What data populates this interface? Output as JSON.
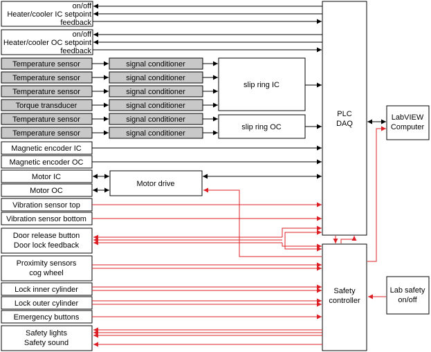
{
  "heater_ic": {
    "line1": "on/off",
    "line2": "Heater/cooler IC  setpoint",
    "line3": "feedback"
  },
  "heater_oc": {
    "line1": "on/off",
    "line2": "Heater/cooler OC setpoint",
    "line3": "feedback"
  },
  "sensors": [
    {
      "label": "Temperature sensor",
      "cond": "signal conditioner"
    },
    {
      "label": "Temperature sensor",
      "cond": "signal conditioner"
    },
    {
      "label": "Temperature sensor",
      "cond": "signal conditioner"
    },
    {
      "label": "Torque transducer",
      "cond": "signal conditioner"
    },
    {
      "label": "Temperature sensor",
      "cond": "signal conditioner"
    },
    {
      "label": "Temperature sensor",
      "cond": "signal conditioner"
    }
  ],
  "slip_ring_ic": "slip ring IC",
  "slip_ring_oc": "slip ring OC",
  "magnetic_ic": "Magnetic encoder IC",
  "magnetic_oc": "Magnetic encoder OC",
  "motor_ic": "Motor IC",
  "motor_oc": "Motor OC",
  "motor_drive": "Motor drive",
  "vib_top": "Vibration sensor top",
  "vib_bottom": "Vibration sensor bottom",
  "door": {
    "line1": "Door release button",
    "line2": "Door lock feedback"
  },
  "proximity": {
    "line1": "Proximity sensors",
    "line2": "cog wheel"
  },
  "lock_inner": "Lock inner cylinder",
  "lock_outer": "Lock outer cylinder",
  "emergency": "Emergency buttons",
  "lights": {
    "line1": "Safety lights",
    "line2": "Safety sound"
  },
  "plc": {
    "line1": "PLC",
    "line2": "DAQ"
  },
  "safety": {
    "line1": "Safety",
    "line2": "controller"
  },
  "labview": {
    "line1": "LabVIEW",
    "line2": "Computer"
  },
  "lab_safety": {
    "line1": "Lab safety",
    "line2": "on/off"
  },
  "colors": {
    "signal_red": "#dd1f26",
    "conditioner_gray": "#c8c8c8"
  }
}
